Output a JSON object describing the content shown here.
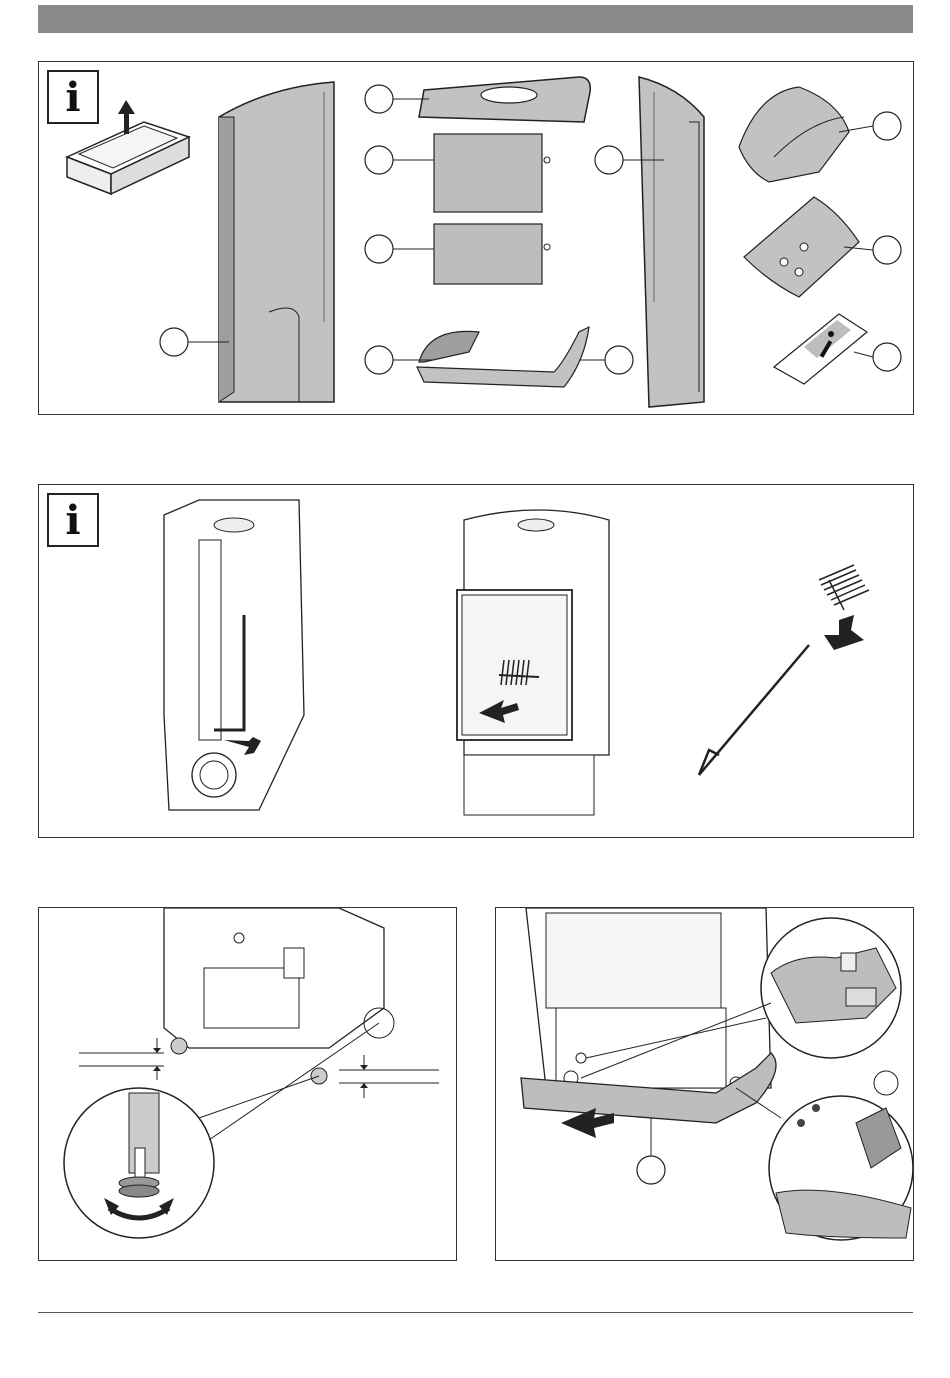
{
  "colors": {
    "header_bar": "#8a8a8a",
    "part_fill": "#bdbdbd",
    "part_dark": "#9a9a9a",
    "outline": "#222222",
    "arrow": "#222222"
  },
  "icons": {
    "info_icon_glyph": "i",
    "info_icon_name": "info-icon"
  },
  "panels": {
    "parts_panel": {
      "callouts": 10
    },
    "cleaning_panel": {
      "views": 3
    },
    "feet_panel": {
      "detail_circles": 1
    },
    "base_panel": {
      "detail_circles": 2
    }
  }
}
